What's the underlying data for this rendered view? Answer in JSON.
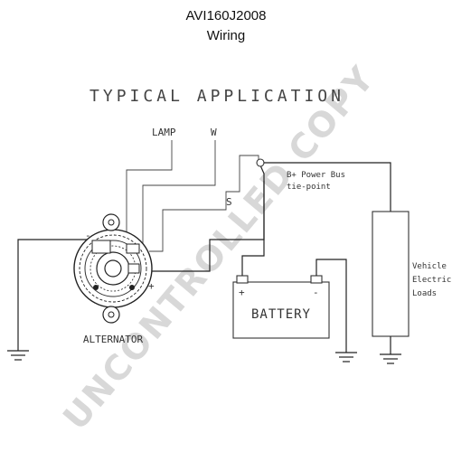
{
  "header": {
    "title": "AVI160J2008",
    "subtitle": "Wiring",
    "application": "TYPICAL APPLICATION"
  },
  "labels": {
    "lamp": "LAMP",
    "w": "W",
    "s": "S",
    "power_bus_line1": "B+ Power Bus",
    "power_bus_line2": "tie-point",
    "battery": "BATTERY",
    "battery_plus": "+",
    "battery_minus": "-",
    "alternator": "ALTERNATOR",
    "alternator_plus": "+",
    "alternator_minus": "-",
    "loads_line1": "Vehicle",
    "loads_line2": "Electrical",
    "loads_line3": "Loads"
  },
  "watermark": "UNCONTROLLED COPY"
}
